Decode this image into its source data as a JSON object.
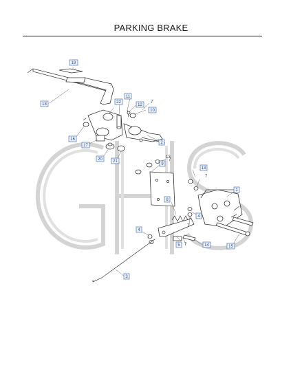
{
  "title": "PARKING BRAKE",
  "watermark": "GHS",
  "callouts": {
    "c1": "1",
    "c2": "2",
    "c3": "3",
    "c4": "4",
    "c5": "5",
    "c7a": "7",
    "c7b": "7",
    "c7c": "7",
    "c7d": "7",
    "c7e": "7",
    "c8": "8",
    "c9": "9",
    "c10": "10",
    "c11": "11",
    "c12": "12",
    "c13": "13",
    "c13b": "13",
    "c14": "14",
    "c15": "15",
    "c16": "16",
    "c17": "17",
    "c18": "18",
    "c19": "19",
    "c20": "20",
    "c21": "21",
    "c22": "22"
  },
  "colors": {
    "callout_box": "#4a74b8",
    "callout_text": "#2a4a88",
    "line": "#333333"
  }
}
